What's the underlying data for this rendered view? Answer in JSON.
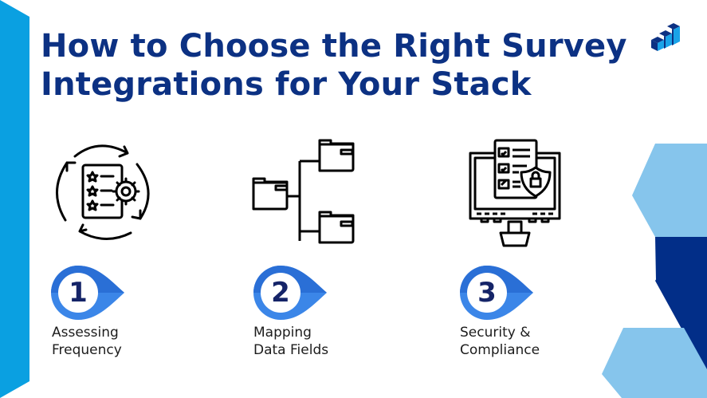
{
  "title": {
    "line1": "How to Choose the Right Survey",
    "line2": "Integrations for Your Stack"
  },
  "colors": {
    "title": "#0c3183",
    "left_bar": "#0aa0e1",
    "hex_light": "#86c5ec",
    "hex_dark": "#022e88",
    "badge_dark": "#2a6fd6",
    "badge_light": "#3b86e8",
    "badge_number": "#152468",
    "logo_dark": "#0c3183",
    "logo_light": "#1aa3e8"
  },
  "logo": {
    "icon": "bar-chart-steps-icon"
  },
  "steps": [
    {
      "number": "1",
      "icon": "cycle-checklist-gear-icon",
      "label_line1": "Assessing",
      "label_line2": "Frequency"
    },
    {
      "number": "2",
      "icon": "folder-tree-icon",
      "label_line1": "Mapping",
      "label_line2": "Data Fields"
    },
    {
      "number": "3",
      "icon": "monitor-checklist-shield-icon",
      "label_line1": "Security &",
      "label_line2": "Compliance"
    }
  ]
}
